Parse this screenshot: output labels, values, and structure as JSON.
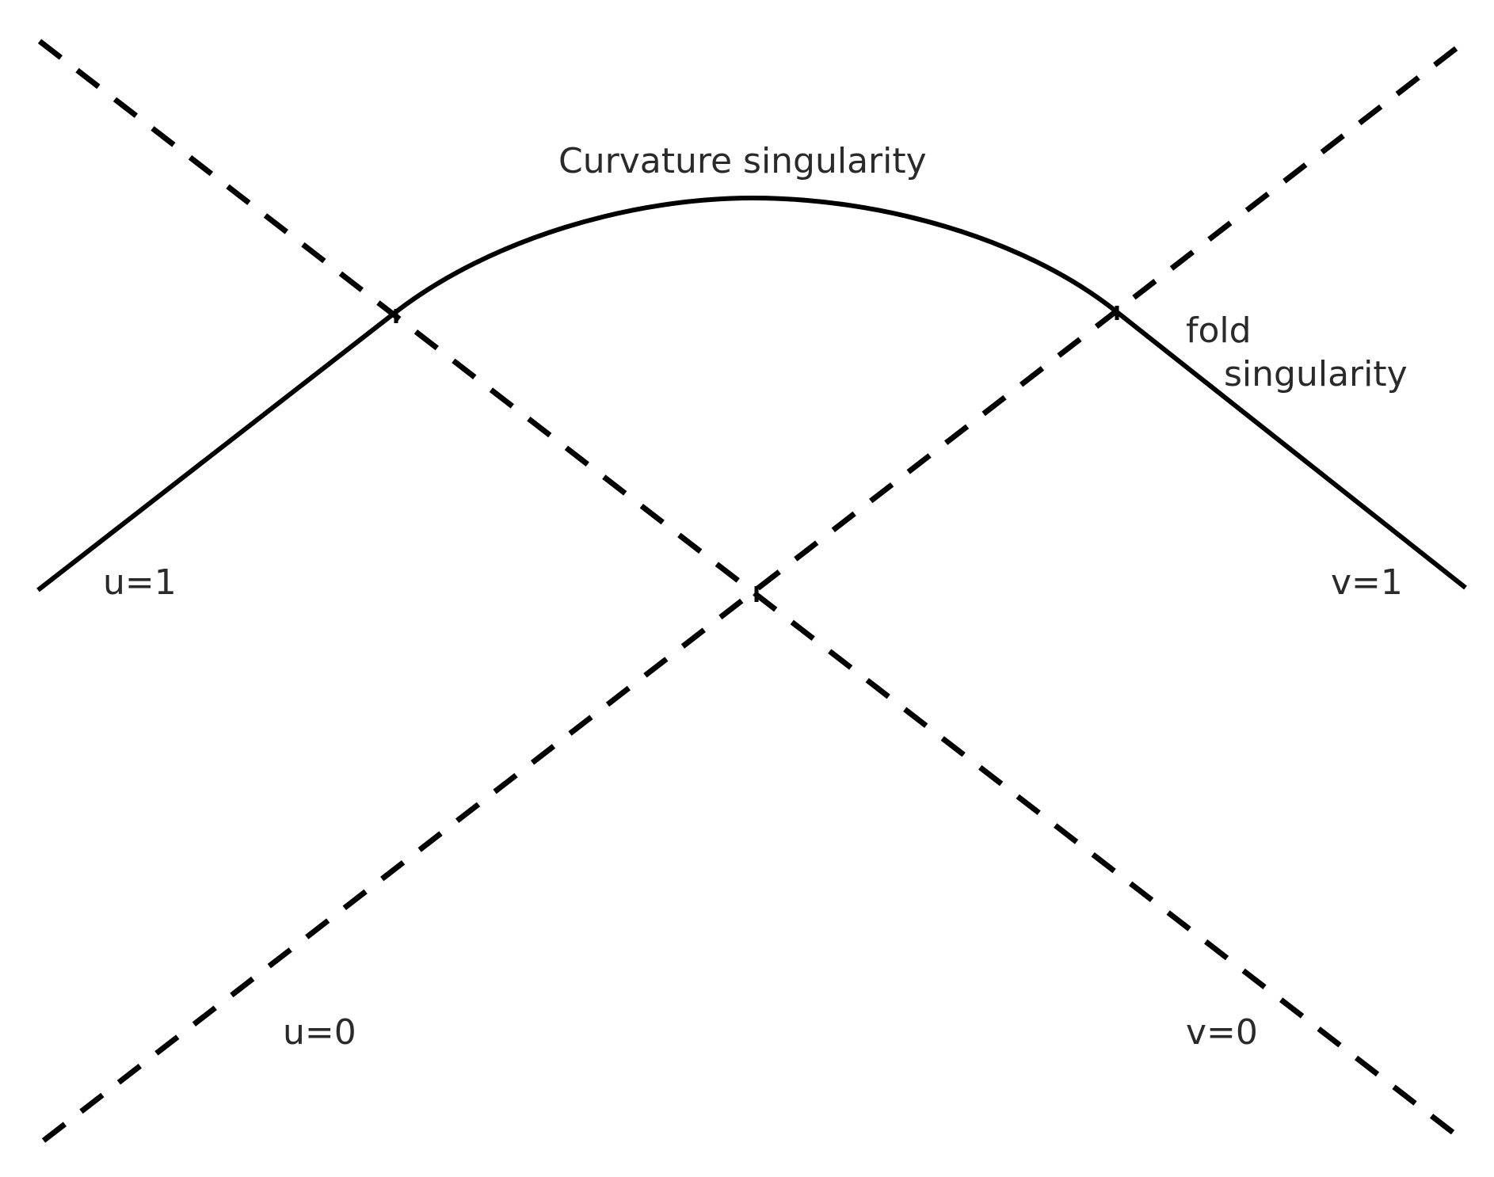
{
  "labels": {
    "curvature": "Curvature singularity",
    "fold_line1": "fold",
    "fold_line2": "singularity",
    "u1": "u=1",
    "v1": "v=1",
    "u0": "u=0",
    "v0": "v=0"
  },
  "colors": {
    "line": "#000000",
    "text": "#2a2a2a",
    "background": "#ffffff"
  }
}
